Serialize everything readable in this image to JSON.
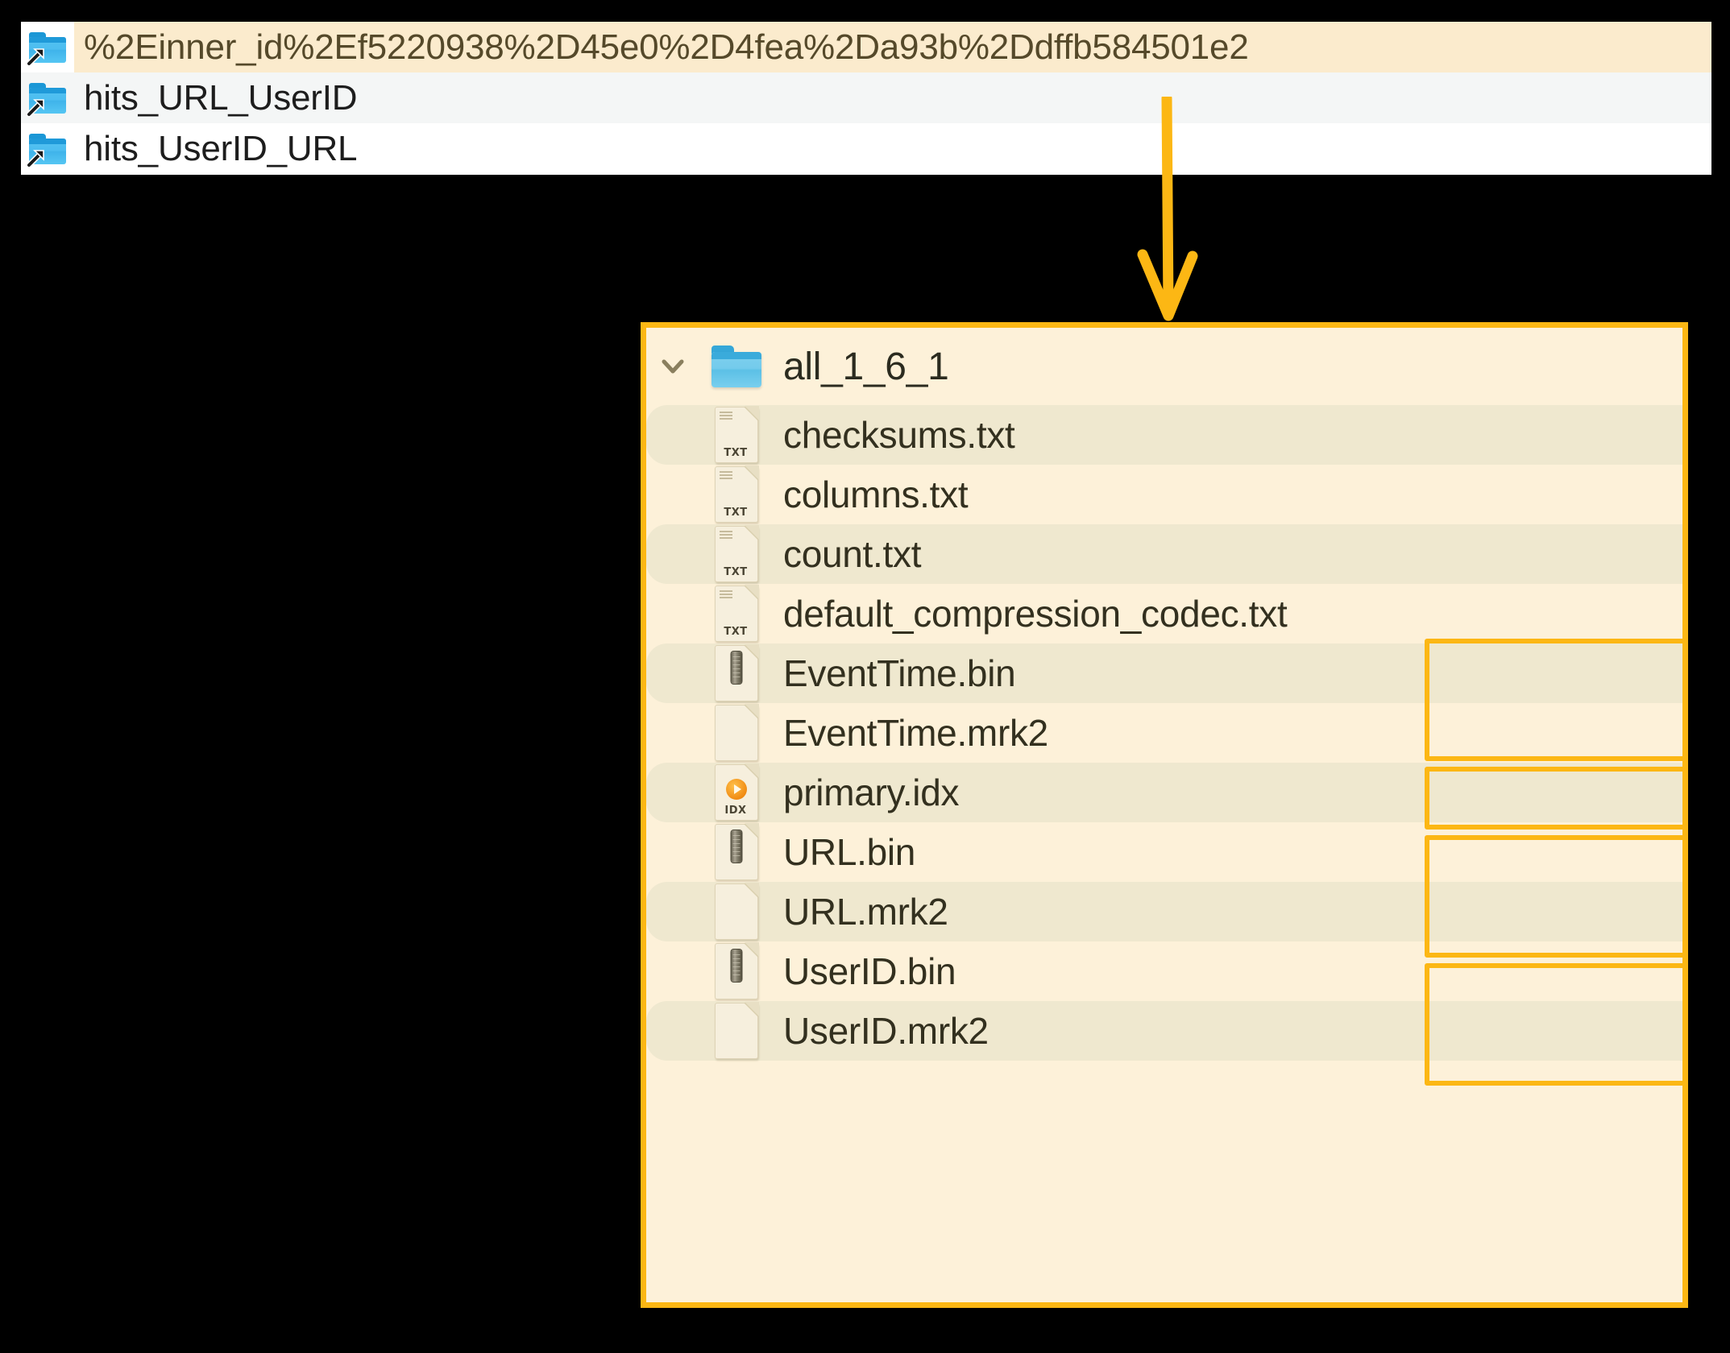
{
  "top_panel": {
    "rows": [
      {
        "label": "%2Einner_id%2Ef5220938%2D45e0%2D4fea%2Da93b%2Ddffb584501e2",
        "icon": "folder-alias-icon",
        "selected": true
      },
      {
        "label": "hits_URL_UserID",
        "icon": "folder-alias-icon",
        "selected": false
      },
      {
        "label": "hits_UserID_URL",
        "icon": "folder-alias-icon",
        "selected": false
      }
    ]
  },
  "connector": {
    "name": "down-arrow-connector",
    "color": "#fcb714"
  },
  "tree_panel": {
    "border_color": "#fcb714",
    "background": "#fdf1d9",
    "root": {
      "label": "all_1_6_1",
      "icon": "folder-icon",
      "chevron": "chevron-down-icon",
      "expanded": true
    },
    "items": [
      {
        "label": "checksums.txt",
        "icon": "txt-file-icon",
        "icon_label": "TXT",
        "highlighted": false
      },
      {
        "label": "columns.txt",
        "icon": "txt-file-icon",
        "icon_label": "TXT",
        "highlighted": false
      },
      {
        "label": "count.txt",
        "icon": "txt-file-icon",
        "icon_label": "TXT",
        "highlighted": false
      },
      {
        "label": "default_compression_codec.txt",
        "icon": "txt-file-icon",
        "icon_label": "TXT",
        "highlighted": false
      },
      {
        "label": "EventTime.bin",
        "icon": "bin-file-icon",
        "icon_label": "",
        "highlighted": true
      },
      {
        "label": "EventTime.mrk2",
        "icon": "blank-file-icon",
        "icon_label": "",
        "highlighted": true
      },
      {
        "label": "primary.idx",
        "icon": "idx-file-icon",
        "icon_label": "IDX",
        "highlighted": true
      },
      {
        "label": "URL.bin",
        "icon": "bin-file-icon",
        "icon_label": "",
        "highlighted": true
      },
      {
        "label": "URL.mrk2",
        "icon": "blank-file-icon",
        "icon_label": "",
        "highlighted": true
      },
      {
        "label": "UserID.bin",
        "icon": "bin-file-icon",
        "icon_label": "",
        "highlighted": true
      },
      {
        "label": "UserID.mrk2",
        "icon": "blank-file-icon",
        "icon_label": "",
        "highlighted": true
      }
    ],
    "highlight_groups": [
      {
        "name": "eventtime-group",
        "first_item": 4,
        "last_item": 5
      },
      {
        "name": "primary-idx-group",
        "first_item": 6,
        "last_item": 6
      },
      {
        "name": "url-group",
        "first_item": 7,
        "last_item": 8
      },
      {
        "name": "userid-group",
        "first_item": 9,
        "last_item": 10
      }
    ]
  }
}
